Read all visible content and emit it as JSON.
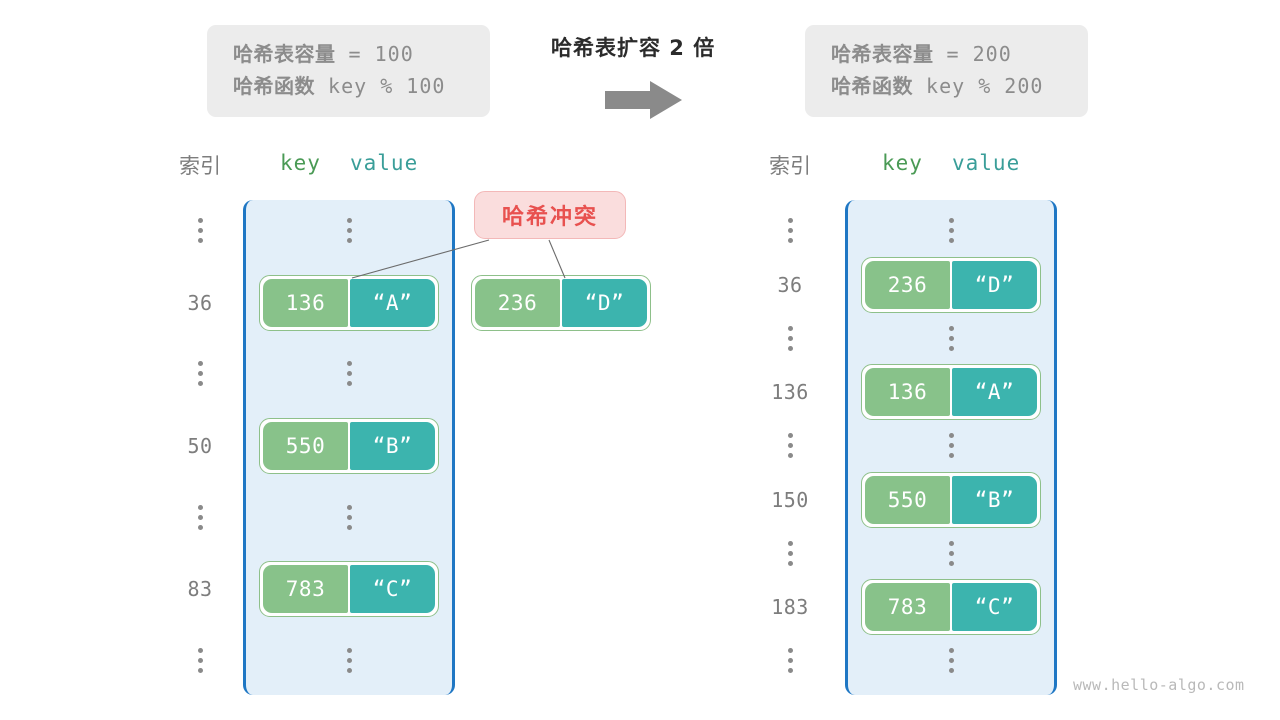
{
  "title": "哈希表扩容 2 倍",
  "watermark": "www.hello-algo.com",
  "colors": {
    "key_fill": "#88c28a",
    "value_fill": "#3cb4ae",
    "table_fill": "#e3eff9",
    "table_border": "#1f77c4",
    "badge_bg": "#fadddd",
    "badge_text": "#e8514f",
    "infobox_bg": "#ececec",
    "arrow": "#8a8a8a"
  },
  "before": {
    "info": {
      "capacity_label": "哈希表容量",
      "capacity_value": " = 100",
      "function_label": "哈希函数",
      "function_value": " key % 100"
    },
    "header": {
      "index": "索引",
      "key": "key",
      "value": "value"
    },
    "rows": [
      {
        "type": "dots",
        "index": "⋮"
      },
      {
        "type": "entry",
        "index": "36",
        "key": "136",
        "value": "“A”"
      },
      {
        "type": "dots",
        "index": "⋮"
      },
      {
        "type": "entry",
        "index": "50",
        "key": "550",
        "value": "“B”"
      },
      {
        "type": "dots",
        "index": "⋮"
      },
      {
        "type": "entry",
        "index": "83",
        "key": "783",
        "value": "“C”"
      },
      {
        "type": "dots",
        "index": "⋮"
      }
    ],
    "collision": {
      "badge_label": "哈希冲突",
      "overflow_key": "236",
      "overflow_value": "“D”"
    }
  },
  "after": {
    "info": {
      "capacity_label": "哈希表容量",
      "capacity_value": " = 200",
      "function_label": "哈希函数",
      "function_value": " key % 200"
    },
    "header": {
      "index": "索引",
      "key": "key",
      "value": "value"
    },
    "rows": [
      {
        "type": "dots",
        "index": "⋮"
      },
      {
        "type": "entry",
        "index": "36",
        "key": "236",
        "value": "“D”"
      },
      {
        "type": "dots",
        "index": "⋮"
      },
      {
        "type": "entry",
        "index": "136",
        "key": "136",
        "value": "“A”"
      },
      {
        "type": "dots",
        "index": "⋮"
      },
      {
        "type": "entry",
        "index": "150",
        "key": "550",
        "value": "“B”"
      },
      {
        "type": "dots",
        "index": "⋮"
      },
      {
        "type": "entry",
        "index": "183",
        "key": "783",
        "value": "“C”"
      },
      {
        "type": "dots",
        "index": "⋮"
      }
    ]
  }
}
